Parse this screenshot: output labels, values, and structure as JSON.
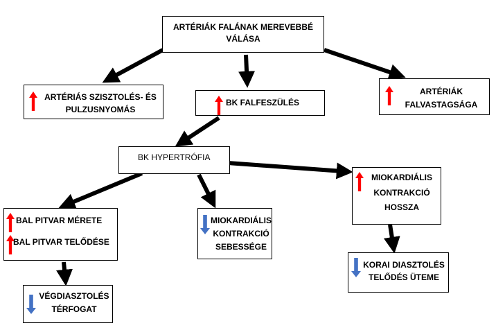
{
  "colors": {
    "increase": "#ff0000",
    "decrease": "#4472c4",
    "line": "#000000",
    "border": "#000000"
  },
  "nodes": {
    "root": {
      "line1": "ARTÉRIÁK FALÁNAK MEREVEBBÉ",
      "line2": "VÁLÁSA"
    },
    "systolic": {
      "icon": "arrow-up-icon",
      "line1": "ARTÉRIÁS SZISZTOLÉS- ÉS",
      "line2": "PULZUSNYOMÁS"
    },
    "bk_wall": {
      "icon": "arrow-up-icon",
      "line1": "BK FALFESZÜLÉS"
    },
    "artery_thickness": {
      "icon": "arrow-up-icon",
      "line1": "ARTÉRIÁK",
      "line2": "FALVASTAGSÁGA"
    },
    "bk_hypertrophy": {
      "line1": "BK HYPERTRÓFIA"
    },
    "left_atrium": {
      "icon": "arrow-up-icon",
      "line1": "BAL PITVAR MÉRETE",
      "icon2": "arrow-up-icon",
      "line2": "BAL PITVAR TELŐDÉSE"
    },
    "myo_velocity": {
      "icon": "arrow-down-icon",
      "line1": "MIOKARDIÁLIS",
      "line2": "KONTRAKCIÓ",
      "line3": "SEBESSÉGE"
    },
    "myo_duration": {
      "icon": "arrow-up-icon",
      "line1": "MIOKARDIÁLIS",
      "line2": "KONTRAKCIÓ",
      "line3": "HOSSZA"
    },
    "early_diastolic": {
      "icon": "arrow-down-icon",
      "line1": "KORAI DIASZTOLÉS",
      "line2": "TELŐDÉS ÜTEME"
    },
    "end_diastolic": {
      "icon": "arrow-down-icon",
      "line1": "VÉGDIASZTOLÉS",
      "line2": "TÉRFOGAT"
    }
  },
  "edges": [
    {
      "from": "root",
      "to": "systolic"
    },
    {
      "from": "root",
      "to": "bk_wall"
    },
    {
      "from": "root",
      "to": "artery_thickness"
    },
    {
      "from": "bk_wall",
      "to": "bk_hypertrophy"
    },
    {
      "from": "bk_hypertrophy",
      "to": "left_atrium"
    },
    {
      "from": "bk_hypertrophy",
      "to": "myo_velocity"
    },
    {
      "from": "bk_hypertrophy",
      "to": "myo_duration"
    },
    {
      "from": "myo_duration",
      "to": "early_diastolic"
    },
    {
      "from": "left_atrium",
      "to": "end_diastolic"
    }
  ]
}
